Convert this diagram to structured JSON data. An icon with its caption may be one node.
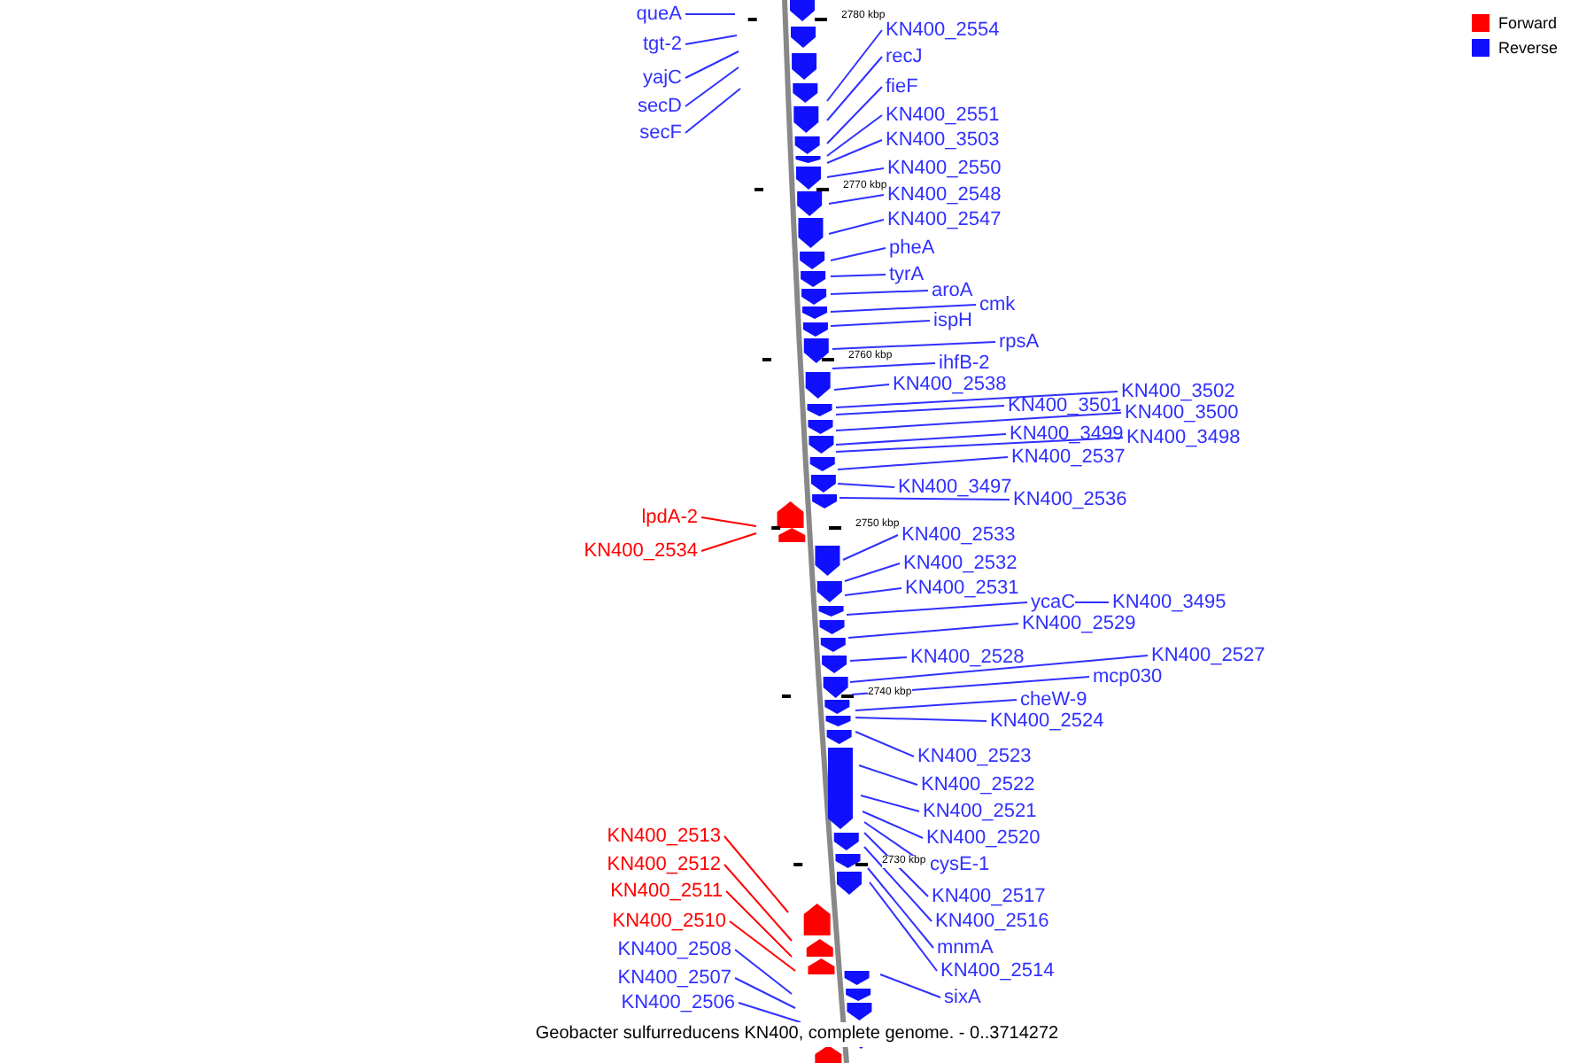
{
  "diagram": {
    "caption": "Geobacter sulfurreducens KN400, complete genome. - 0..3714272",
    "nodes": [
      {
        "text": [
          "queA"
        ]
      },
      {
        "text": [
          "tgt-2"
        ]
      },
      {
        "text": [
          "yajC"
        ]
      },
      {
        "text": [
          "secD"
        ]
      },
      {
        "text": [
          "secF"
        ]
      },
      {
        "text": [
          "KN400_2554"
        ]
      },
      {
        "text": [
          "recJ"
        ]
      },
      {
        "text": [
          "fieF"
        ]
      },
      {
        "text": [
          "KN400_2551"
        ]
      },
      {
        "text": [
          "KN400_3503"
        ]
      },
      {
        "text": [
          "KN400_2550"
        ]
      },
      {
        "text": [
          "KN400_2548"
        ]
      },
      {
        "text": [
          "KN400_2547"
        ]
      },
      {
        "text": [
          "pheA"
        ]
      },
      {
        "text": [
          "tyrA"
        ]
      },
      {
        "text": [
          "aroA"
        ]
      },
      {
        "text": [
          "cmk"
        ]
      },
      {
        "text": [
          "ispH"
        ]
      },
      {
        "text": [
          "rpsA"
        ]
      },
      {
        "text": [
          "ihfB-2"
        ]
      },
      {
        "text": [
          "KN400_2538"
        ]
      },
      {
        "text": [
          "KN400_3502"
        ]
      },
      {
        "text": [
          "KN400_3501"
        ]
      },
      {
        "text": [
          "KN400_3500"
        ]
      },
      {
        "text": [
          "KN400_3499"
        ]
      },
      {
        "text": [
          "KN400_3498"
        ]
      },
      {
        "text": [
          "KN400_2537"
        ]
      },
      {
        "text": [
          "KN400_3497"
        ]
      },
      {
        "text": [
          "KN400_2536"
        ]
      },
      {
        "text": [
          "lpdA-2"
        ]
      },
      {
        "text": [
          "KN400_2534"
        ]
      },
      {
        "text": [
          "KN400_2533"
        ]
      },
      {
        "text": [
          "KN400_2532"
        ]
      },
      {
        "text": [
          "KN400_2531"
        ]
      },
      {
        "text": [
          "ycaC"
        ]
      },
      {
        "text": [
          "KN400_3495"
        ]
      },
      {
        "text": [
          "KN400_2529"
        ]
      },
      {
        "text": [
          "KN400_2528"
        ]
      },
      {
        "text": [
          "KN400_2527"
        ]
      },
      {
        "text": [
          "mcp030"
        ]
      },
      {
        "text": [
          "cheW-9"
        ]
      },
      {
        "text": [
          "KN400_2524"
        ]
      },
      {
        "text": [
          "KN400_2523"
        ]
      },
      {
        "text": [
          "KN400_2522"
        ]
      },
      {
        "text": [
          "KN400_2521"
        ]
      },
      {
        "text": [
          "KN400_2520"
        ]
      },
      {
        "text": [
          "cysE-1"
        ]
      },
      {
        "text": [
          "KN400_2513"
        ]
      },
      {
        "text": [
          "KN400_2512"
        ]
      },
      {
        "text": [
          "KN400_2511"
        ]
      },
      {
        "text": [
          "KN400_2510"
        ]
      },
      {
        "text": [
          "KN400_2517"
        ]
      },
      {
        "text": [
          "KN400_2516"
        ]
      },
      {
        "text": [
          "KN400_2508"
        ]
      },
      {
        "text": [
          "mnmA"
        ]
      },
      {
        "text": [
          "KN400_2514"
        ]
      },
      {
        "text": [
          "KN400_2507"
        ]
      },
      {
        "text": [
          "sixA"
        ]
      },
      {
        "text": [
          "KN400_2506"
        ]
      },
      {
        "text": [],
        "shape": "bar"
      }
    ],
    "edges": [
      {
        "from": 0,
        "to": 59,
        "arrow": "none"
      },
      {
        "from": 1,
        "to": 59,
        "arrow": "none"
      },
      {
        "from": 2,
        "to": 59,
        "arrow": "none"
      },
      {
        "from": 3,
        "to": 59,
        "arrow": "none"
      },
      {
        "from": 4,
        "to": 59,
        "arrow": "none"
      },
      {
        "from": 5,
        "to": 59,
        "arrow": "none"
      },
      {
        "from": 6,
        "to": 59,
        "arrow": "none"
      },
      {
        "from": 7,
        "to": 59,
        "arrow": "none"
      },
      {
        "from": 8,
        "to": 59,
        "arrow": "none"
      },
      {
        "from": 9,
        "to": 59,
        "arrow": "none"
      },
      {
        "from": 10,
        "to": 59,
        "arrow": "none"
      },
      {
        "from": 11,
        "to": 59,
        "arrow": "none"
      },
      {
        "from": 12,
        "to": 59,
        "arrow": "none"
      },
      {
        "from": 13,
        "to": 59,
        "arrow": "none"
      },
      {
        "from": 14,
        "to": 59,
        "arrow": "none"
      },
      {
        "from": 15,
        "to": 59,
        "arrow": "none"
      },
      {
        "from": 16,
        "to": 59,
        "arrow": "none"
      },
      {
        "from": 17,
        "to": 59,
        "arrow": "none"
      },
      {
        "from": 18,
        "to": 59,
        "arrow": "none"
      },
      {
        "from": 19,
        "to": 59,
        "arrow": "none"
      },
      {
        "from": 20,
        "to": 59,
        "arrow": "none"
      },
      {
        "from": 21,
        "to": 59,
        "arrow": "none"
      },
      {
        "from": 22,
        "to": 59,
        "arrow": "none"
      },
      {
        "from": 23,
        "to": 59,
        "arrow": "none"
      },
      {
        "from": 24,
        "to": 59,
        "arrow": "none"
      },
      {
        "from": 25,
        "to": 59,
        "arrow": "none"
      },
      {
        "from": 26,
        "to": 59,
        "arrow": "none"
      },
      {
        "from": 27,
        "to": 59,
        "arrow": "none"
      },
      {
        "from": 28,
        "to": 59,
        "arrow": "none"
      },
      {
        "from": 29,
        "to": 59,
        "arrow": "none",
        "color": "#ff0000"
      },
      {
        "from": 30,
        "to": 59,
        "arrow": "none",
        "color": "#ff0000"
      },
      {
        "from": 31,
        "to": 59,
        "arrow": "none"
      },
      {
        "from": 32,
        "to": 59,
        "arrow": "none"
      },
      {
        "from": 33,
        "to": 59,
        "arrow": "none"
      },
      {
        "from": 34,
        "to": 59,
        "arrow": "none"
      },
      {
        "from": 35,
        "to": 34,
        "arrow": "none"
      },
      {
        "from": 36,
        "to": 59,
        "arrow": "none"
      },
      {
        "from": 37,
        "to": 59,
        "arrow": "none"
      },
      {
        "from": 38,
        "to": 59,
        "arrow": "none"
      },
      {
        "from": 39,
        "to": 59,
        "arrow": "none"
      },
      {
        "from": 40,
        "to": 59,
        "arrow": "none"
      },
      {
        "from": 41,
        "to": 59,
        "arrow": "none"
      },
      {
        "from": 42,
        "to": 59,
        "arrow": "none"
      },
      {
        "from": 43,
        "to": 59,
        "arrow": "none"
      },
      {
        "from": 44,
        "to": 59,
        "arrow": "none"
      },
      {
        "from": 45,
        "to": 59,
        "arrow": "none"
      },
      {
        "from": 46,
        "to": 59,
        "arrow": "none"
      },
      {
        "from": 47,
        "to": 59,
        "arrow": "none",
        "color": "#ff0000"
      },
      {
        "from": 48,
        "to": 59,
        "arrow": "none",
        "color": "#ff0000"
      },
      {
        "from": 49,
        "to": 59,
        "arrow": "none",
        "color": "#ff0000"
      },
      {
        "from": 50,
        "to": 59,
        "arrow": "none",
        "color": "#ff0000"
      },
      {
        "from": 51,
        "to": 59,
        "arrow": "none"
      },
      {
        "from": 52,
        "to": 59,
        "arrow": "none"
      },
      {
        "from": 53,
        "to": 59,
        "arrow": "none"
      },
      {
        "from": 54,
        "to": 59,
        "arrow": "none"
      },
      {
        "from": 55,
        "to": 59,
        "arrow": "none"
      },
      {
        "from": 56,
        "to": 59,
        "arrow": "none"
      },
      {
        "from": 57,
        "to": 59,
        "arrow": "none"
      },
      {
        "from": 58,
        "to": 59,
        "arrow": "none"
      }
    ],
    "labels": [
      "2780 kbp",
      "2770 kbp",
      "2760 kbp",
      "2750 kbp",
      "2740 kbp",
      "2730 kbp"
    ],
    "legend": [
      {
        "text": "Forward",
        "color": "#ff0000"
      },
      {
        "text": "Reverse",
        "color": "#1010ff"
      }
    ]
  }
}
